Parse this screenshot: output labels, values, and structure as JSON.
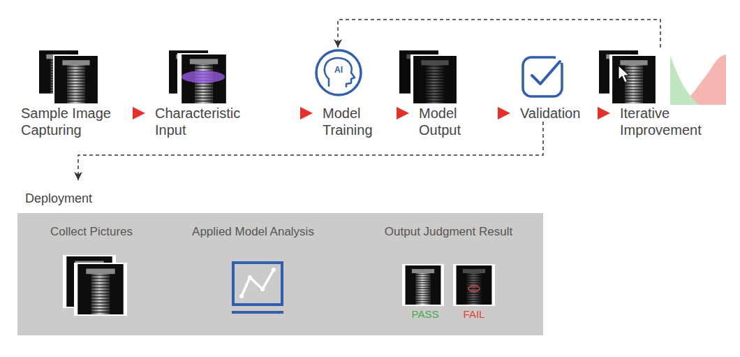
{
  "diagram": {
    "nodes": [
      {
        "text": [
          "Sample Image Capturing"
        ]
      },
      {
        "text": [
          "Characteristic Input"
        ]
      },
      {
        "text": [
          "Model Training"
        ]
      },
      {
        "text": [
          "Model Output"
        ]
      },
      {
        "text": [
          "Validation"
        ]
      },
      {
        "text": [
          "Iterative Improvement"
        ]
      },
      {
        "text": [
          "Deployment"
        ]
      },
      {
        "text": [
          "Collect Pictures"
        ],
        "in": 6
      },
      {
        "text": [
          "Applied Model Analysis"
        ],
        "in": 6
      },
      {
        "text": [
          "Output Judgment Result",
          "PASS",
          "FAIL"
        ],
        "in": 6
      }
    ],
    "edges": [
      {
        "from": 0,
        "to": 1,
        "arrow": "to"
      },
      {
        "from": 1,
        "to": 2,
        "arrow": "to"
      },
      {
        "from": 2,
        "to": 3,
        "arrow": "to"
      },
      {
        "from": 3,
        "to": 4,
        "arrow": "to"
      },
      {
        "from": 4,
        "to": 5,
        "arrow": "to"
      },
      {
        "from": 5,
        "to": 2,
        "arrow": "to"
      },
      {
        "from": 4,
        "to": 6,
        "arrow": "to"
      }
    ],
    "labels": [
      "AI"
    ]
  }
}
